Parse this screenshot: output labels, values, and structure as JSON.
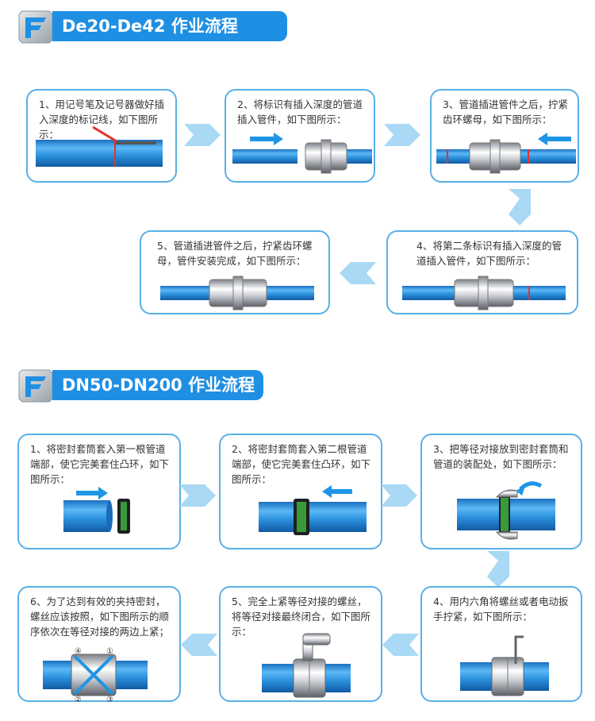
{
  "sections": [
    {
      "title": "De20-De42 作业流程",
      "steps": [
        {
          "text": "1、用记号笔及记号器做好插入深度的标记线，如下图所示："
        },
        {
          "text": "2、将标识有插入深度的管道插入管件，如下图所示："
        },
        {
          "text": "3、管道插进管件之后，拧紧齿环螺母，如下图所示："
        },
        {
          "text": "4、将第二条标识有插入深度的管道插入管件，如下图所示："
        },
        {
          "text": "5、管道插进管件之后，拧紧齿环螺母，管件安装完成，如下图所示："
        }
      ]
    },
    {
      "title": "DN50-DN200 作业流程",
      "steps": [
        {
          "text": "1、将密封套筒套入第一根管道端部，使它完美套住凸环，如下图所示："
        },
        {
          "text": "2、将密封套筒套入第二根管道端部，使它完美套住凸环，如下图所示："
        },
        {
          "text": "3、把等径对接放到密封套筒和管道的装配处，如下图所示："
        },
        {
          "text": "4、用内六角将螺丝或者电动扳手拧紧，如下图所示："
        },
        {
          "text": "5、完全上紧等径对接的螺丝，将等径对接最终闭合，如下图所示："
        },
        {
          "text": "6、为了达到有效的夹持密封，螺丝应该按照，如下图所示的顺序依次在等径对接的两边上紧；"
        }
      ]
    }
  ],
  "bolt_order": [
    "①",
    "②",
    "③",
    "④"
  ],
  "colors": {
    "header": "#1f8fe3",
    "border": "#5ab0e6",
    "flow_arrow": "#a9d9f5",
    "pipe": "#2a8fdc"
  }
}
